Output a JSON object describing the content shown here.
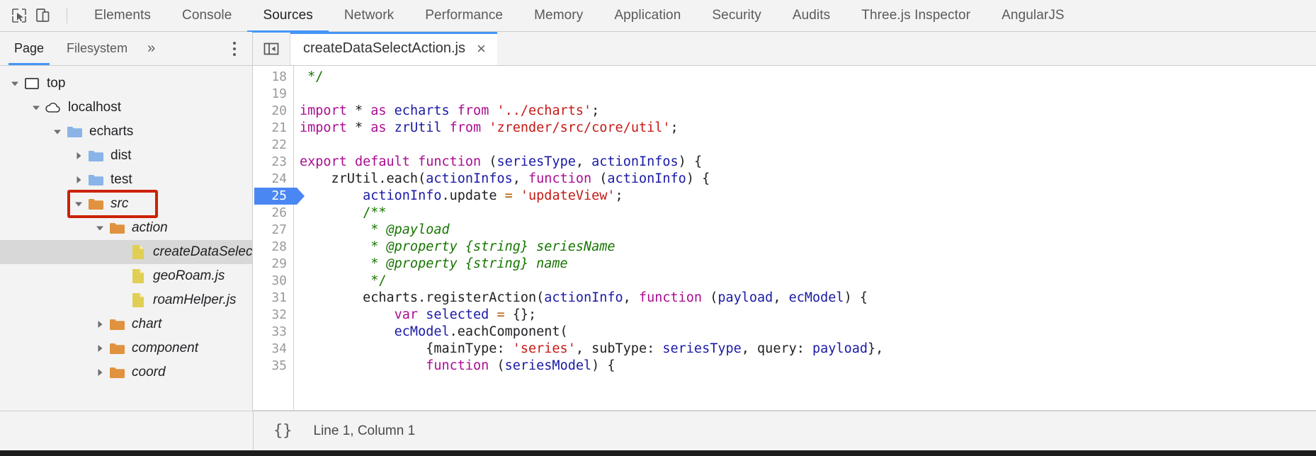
{
  "toolbar": {
    "inspect_icon": "inspect-cursor-icon",
    "device_icon": "device-toggle-icon",
    "tabs": [
      {
        "label": "Elements",
        "active": false
      },
      {
        "label": "Console",
        "active": false
      },
      {
        "label": "Sources",
        "active": true
      },
      {
        "label": "Network",
        "active": false
      },
      {
        "label": "Performance",
        "active": false
      },
      {
        "label": "Memory",
        "active": false
      },
      {
        "label": "Application",
        "active": false
      },
      {
        "label": "Security",
        "active": false
      },
      {
        "label": "Audits",
        "active": false
      },
      {
        "label": "Three.js Inspector",
        "active": false
      },
      {
        "label": "AngularJS",
        "active": false
      }
    ]
  },
  "navigator": {
    "tabs": [
      {
        "label": "Page",
        "active": true
      },
      {
        "label": "Filesystem",
        "active": false
      }
    ],
    "more_label": "»",
    "menu_icon": "kebab-menu-icon",
    "tree": [
      {
        "label": "top",
        "depth": 0,
        "twisty": "open",
        "icon": "frame",
        "italic": false,
        "selected": false
      },
      {
        "label": "localhost",
        "depth": 1,
        "twisty": "open",
        "icon": "cloud",
        "italic": false,
        "selected": false
      },
      {
        "label": "echarts",
        "depth": 2,
        "twisty": "open",
        "icon": "folder-blue",
        "italic": false,
        "selected": false
      },
      {
        "label": "dist",
        "depth": 3,
        "twisty": "closed",
        "icon": "folder-blue",
        "italic": false,
        "selected": false
      },
      {
        "label": "test",
        "depth": 3,
        "twisty": "closed",
        "icon": "folder-blue",
        "italic": false,
        "selected": false
      },
      {
        "label": "src",
        "depth": 3,
        "twisty": "open",
        "icon": "folder-orange",
        "italic": true,
        "selected": false,
        "highlight": true
      },
      {
        "label": "action",
        "depth": 4,
        "twisty": "open",
        "icon": "folder-orange",
        "italic": true,
        "selected": false
      },
      {
        "label": "createDataSelectActi",
        "depth": 5,
        "twisty": "none",
        "icon": "file-js",
        "italic": true,
        "selected": true
      },
      {
        "label": "geoRoam.js",
        "depth": 5,
        "twisty": "none",
        "icon": "file-js",
        "italic": true,
        "selected": false
      },
      {
        "label": "roamHelper.js",
        "depth": 5,
        "twisty": "none",
        "icon": "file-js",
        "italic": true,
        "selected": false
      },
      {
        "label": "chart",
        "depth": 4,
        "twisty": "closed",
        "icon": "folder-orange",
        "italic": true,
        "selected": false
      },
      {
        "label": "component",
        "depth": 4,
        "twisty": "closed",
        "icon": "folder-orange",
        "italic": true,
        "selected": false
      },
      {
        "label": "coord",
        "depth": 4,
        "twisty": "closed",
        "icon": "folder-orange",
        "italic": true,
        "selected": false
      }
    ]
  },
  "editor": {
    "collapse_icon": "collapse-sidebar-icon",
    "tab_title": "createDataSelectAction.js",
    "close_label": "×",
    "execution_line": 25,
    "lines": [
      {
        "n": 18,
        "tokens": [
          {
            "t": " */",
            "c": "cmp"
          }
        ]
      },
      {
        "n": 19,
        "tokens": []
      },
      {
        "n": 20,
        "tokens": [
          {
            "t": "import",
            "c": "k"
          },
          {
            "t": " ",
            "c": "pl"
          },
          {
            "t": "*",
            "c": "pl"
          },
          {
            "t": " ",
            "c": "pl"
          },
          {
            "t": "as",
            "c": "k"
          },
          {
            "t": " ",
            "c": "pl"
          },
          {
            "t": "echarts",
            "c": "id"
          },
          {
            "t": " ",
            "c": "pl"
          },
          {
            "t": "from",
            "c": "k"
          },
          {
            "t": " ",
            "c": "pl"
          },
          {
            "t": "'../echarts'",
            "c": "str"
          },
          {
            "t": ";",
            "c": "pl"
          }
        ]
      },
      {
        "n": 21,
        "tokens": [
          {
            "t": "import",
            "c": "k"
          },
          {
            "t": " ",
            "c": "pl"
          },
          {
            "t": "*",
            "c": "pl"
          },
          {
            "t": " ",
            "c": "pl"
          },
          {
            "t": "as",
            "c": "k"
          },
          {
            "t": " ",
            "c": "pl"
          },
          {
            "t": "zrUtil",
            "c": "id"
          },
          {
            "t": " ",
            "c": "pl"
          },
          {
            "t": "from",
            "c": "k"
          },
          {
            "t": " ",
            "c": "pl"
          },
          {
            "t": "'zrender/src/core/util'",
            "c": "str"
          },
          {
            "t": ";",
            "c": "pl"
          }
        ]
      },
      {
        "n": 22,
        "tokens": []
      },
      {
        "n": 23,
        "tokens": [
          {
            "t": "export",
            "c": "k"
          },
          {
            "t": " ",
            "c": "pl"
          },
          {
            "t": "default",
            "c": "k"
          },
          {
            "t": " ",
            "c": "pl"
          },
          {
            "t": "function",
            "c": "k"
          },
          {
            "t": " (",
            "c": "pl"
          },
          {
            "t": "seriesType",
            "c": "id"
          },
          {
            "t": ", ",
            "c": "pl"
          },
          {
            "t": "actionInfos",
            "c": "id"
          },
          {
            "t": ") {",
            "c": "pl"
          }
        ]
      },
      {
        "n": 24,
        "tokens": [
          {
            "t": "    zrUtil.each(",
            "c": "pl"
          },
          {
            "t": "actionInfos",
            "c": "id"
          },
          {
            "t": ", ",
            "c": "pl"
          },
          {
            "t": "function",
            "c": "k"
          },
          {
            "t": " (",
            "c": "pl"
          },
          {
            "t": "actionInfo",
            "c": "id"
          },
          {
            "t": ") {",
            "c": "pl"
          }
        ]
      },
      {
        "n": 25,
        "tokens": [
          {
            "t": "        ",
            "c": "pl"
          },
          {
            "t": "actionInfo",
            "c": "id"
          },
          {
            "t": ".update ",
            "c": "pl"
          },
          {
            "t": "=",
            "c": "op"
          },
          {
            "t": " ",
            "c": "pl"
          },
          {
            "t": "'updateView'",
            "c": "str"
          },
          {
            "t": ";",
            "c": "pl"
          }
        ]
      },
      {
        "n": 26,
        "tokens": [
          {
            "t": "        /**",
            "c": "cmp"
          }
        ]
      },
      {
        "n": 27,
        "tokens": [
          {
            "t": "         * @payload",
            "c": "cm"
          }
        ]
      },
      {
        "n": 28,
        "tokens": [
          {
            "t": "         * @property {string} seriesName",
            "c": "cm"
          }
        ]
      },
      {
        "n": 29,
        "tokens": [
          {
            "t": "         * @property {string} name",
            "c": "cm"
          }
        ]
      },
      {
        "n": 30,
        "tokens": [
          {
            "t": "         */",
            "c": "cmp"
          }
        ]
      },
      {
        "n": 31,
        "tokens": [
          {
            "t": "        echarts.registerAction(",
            "c": "pl"
          },
          {
            "t": "actionInfo",
            "c": "id"
          },
          {
            "t": ", ",
            "c": "pl"
          },
          {
            "t": "function",
            "c": "k"
          },
          {
            "t": " (",
            "c": "pl"
          },
          {
            "t": "payload",
            "c": "id"
          },
          {
            "t": ", ",
            "c": "pl"
          },
          {
            "t": "ecModel",
            "c": "id"
          },
          {
            "t": ") {",
            "c": "pl"
          }
        ]
      },
      {
        "n": 32,
        "tokens": [
          {
            "t": "            ",
            "c": "pl"
          },
          {
            "t": "var",
            "c": "k"
          },
          {
            "t": " ",
            "c": "pl"
          },
          {
            "t": "selected",
            "c": "id"
          },
          {
            "t": " ",
            "c": "pl"
          },
          {
            "t": "=",
            "c": "op"
          },
          {
            "t": " {};",
            "c": "pl"
          }
        ]
      },
      {
        "n": 33,
        "tokens": [
          {
            "t": "            ",
            "c": "pl"
          },
          {
            "t": "ecModel",
            "c": "id"
          },
          {
            "t": ".eachComponent(",
            "c": "pl"
          }
        ]
      },
      {
        "n": 34,
        "tokens": [
          {
            "t": "                {mainType: ",
            "c": "pl"
          },
          {
            "t": "'series'",
            "c": "str"
          },
          {
            "t": ", subType: ",
            "c": "pl"
          },
          {
            "t": "seriesType",
            "c": "id"
          },
          {
            "t": ", query: ",
            "c": "pl"
          },
          {
            "t": "payload",
            "c": "id"
          },
          {
            "t": "},",
            "c": "pl"
          }
        ]
      },
      {
        "n": 35,
        "tokens": [
          {
            "t": "                ",
            "c": "pl"
          },
          {
            "t": "function",
            "c": "k"
          },
          {
            "t": " (",
            "c": "pl"
          },
          {
            "t": "seriesModel",
            "c": "id"
          },
          {
            "t": ") {",
            "c": "pl"
          }
        ]
      }
    ]
  },
  "statusbar": {
    "pretty_print_label": "{}",
    "position_text": "Line 1, Column 1"
  },
  "colors": {
    "accent_blue": "#4496f7",
    "annotation_red": "#cc2200",
    "folder_blue": "#8ab4e8",
    "folder_orange": "#e0923f",
    "file_yellow": "#e0cf54",
    "exec_line_blue": "#4a87f2"
  }
}
